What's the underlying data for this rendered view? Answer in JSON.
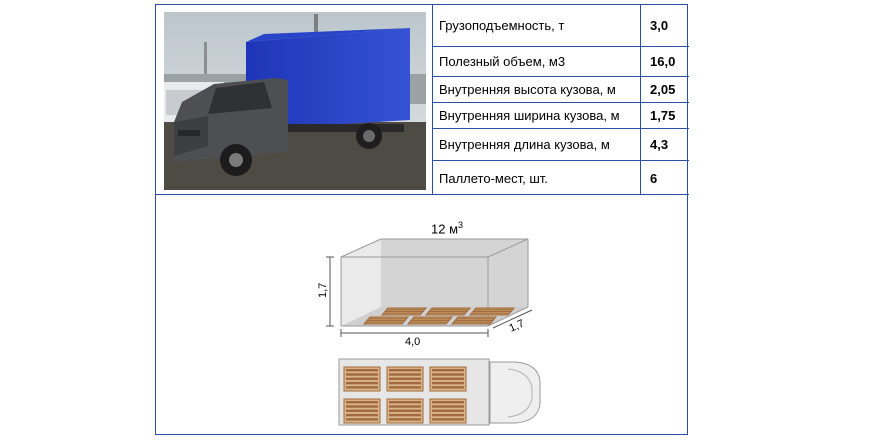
{
  "specs": [
    {
      "label": "Грузоподъемность, т",
      "value": "3,0"
    },
    {
      "label": "Полезный объем, м3",
      "value": "16,0"
    },
    {
      "label": "Внутренняя высота кузова, м",
      "value": "2,05"
    },
    {
      "label": "Внутренняя ширина кузова, м",
      "value": "1,75"
    },
    {
      "label": "Внутренняя длина кузова, м",
      "value": "4,3"
    },
    {
      "label": "Паллето-мест, шт.",
      "value": "6"
    }
  ],
  "diagram": {
    "volume_value": "12 м",
    "volume_unit_sup": "3",
    "height_label": "1,7",
    "length_label": "4,0",
    "width_label": "1,7"
  },
  "colors": {
    "border": "#2b4fa8",
    "truck_body": "#2a3fc4",
    "cab": "#4d4f52",
    "cargo_fill": "#d4d4d4",
    "pallet": "#a06a3a"
  }
}
